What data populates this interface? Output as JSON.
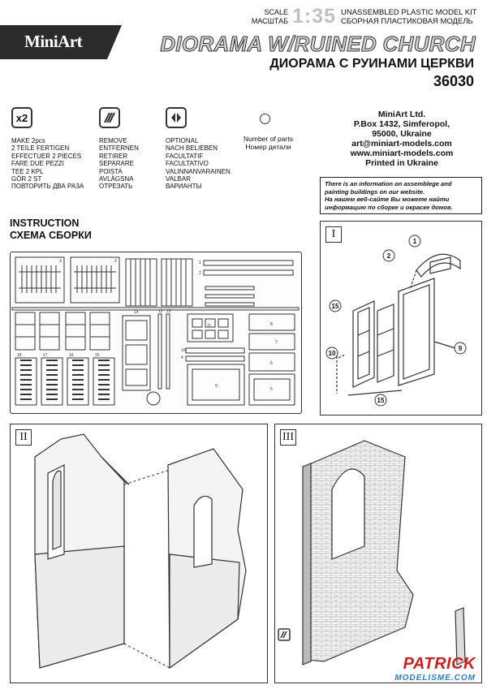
{
  "header": {
    "logo": "MiniArt",
    "scale_label_en": "SCALE",
    "scale_label_ru": "МАСШТАБ",
    "scale_value": "1:35",
    "kit_type_en": "UNASSEMBLED PLASTIC MODEL KIT",
    "kit_type_ru": "СБОРНАЯ ПЛАСТИКОВАЯ МОДЕЛЬ",
    "title_en": "DIORAMA W/RUINED CHURCH",
    "title_ru": "ДИОРАМА С РУИНАМИ ЦЕРКВИ",
    "kit_number": "36030"
  },
  "legend": [
    {
      "icon": "x2",
      "lines": [
        "MAKE 2pcs",
        "2 TEILE FERTIGEN",
        "EFFECTUER 2 PIECES",
        "FARE DUE PEZZI",
        "TEE 2 KPL",
        "GÖR 2 ST",
        "ПОВТОРИТЬ ДВА РАЗА"
      ]
    },
    {
      "icon": "remove-icon",
      "lines": [
        "REMOVE",
        "ENTFERNEN",
        "RETIRER",
        "SEPARARE",
        "POISTA",
        "AVLÄGSNA",
        "ОТРЕЗАТЬ"
      ]
    },
    {
      "icon": "optional-icon",
      "lines": [
        "OPTIONAL",
        "NACH BELIEBEN",
        "FACULTATIF",
        "FACULTATIVO",
        "VALINNANVARAINEN",
        "VALBAR",
        "ВАРИАНТЫ"
      ]
    },
    {
      "icon": "circle-icon",
      "lines": [
        "Number of parts",
        "Номер детали"
      ]
    }
  ],
  "company": {
    "name": "MiniArt Ltd.",
    "address1": "P.Box 1432, Simferopol,",
    "address2": "95000, Ukraine",
    "email": "art@miniart-models.com",
    "web": "www.miniart-models.com",
    "printed": "Printed in Ukraine"
  },
  "info": {
    "en": "There is an information on assemblege and painting buildings on our website.",
    "ru": "На нашем веб-сайте Вы можете найти информацию по сборке и окраске домов."
  },
  "instruction": {
    "en": "INSTRUCTION",
    "ru": "СХЕМА СБОРКИ"
  },
  "sprue": {
    "labels": [
      "3",
      "3",
      "14",
      "12",
      "13",
      "18",
      "17",
      "16",
      "15",
      "11",
      "10",
      "9",
      "8",
      "7",
      "6",
      "5",
      "4",
      "1",
      "2"
    ]
  },
  "steps": {
    "step1": {
      "label": "I",
      "callouts": [
        "1",
        "2",
        "15",
        "10",
        "9",
        "15"
      ]
    },
    "step2": {
      "label": "II"
    },
    "step3": {
      "label": "III"
    }
  },
  "watermark": {
    "line1": "PATRICK",
    "line2": "MODELISME.COM"
  }
}
